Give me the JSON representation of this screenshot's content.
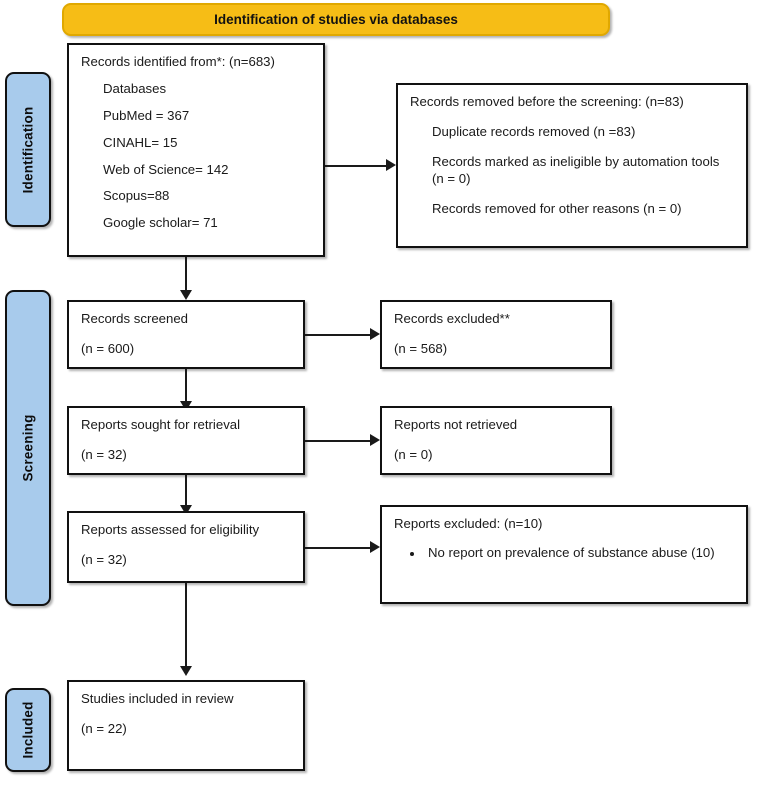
{
  "banner": {
    "label": "Identification of studies via databases"
  },
  "phases": [
    {
      "key": "identification",
      "label": "Identification"
    },
    {
      "key": "screening",
      "label": "Screening"
    },
    {
      "key": "included",
      "label": "Included"
    }
  ],
  "boxes": {
    "records_identified": {
      "title": "Records identified from*: (n=683)",
      "items": [
        "Databases",
        "PubMed = 367",
        "CINAHL= 15",
        "Web of Science= 142",
        "Scopus=88",
        "Google scholar= 71"
      ]
    },
    "records_removed": {
      "title": "Records removed before the screening: (n=83)",
      "items": [
        "Duplicate records removed (n =83)",
        "Records marked as ineligible by automation tools (n = 0)",
        "Records removed for other reasons (n = 0)"
      ]
    },
    "records_screened": {
      "title": "Records screened",
      "count": "(n = 600)"
    },
    "records_excluded": {
      "title": "Records excluded**",
      "count": "(n = 568)"
    },
    "reports_sought": {
      "title": "Reports sought for retrieval",
      "count": "(n = 32)"
    },
    "reports_not_retrieved": {
      "title": "Reports not retrieved",
      "count": "(n = 0)"
    },
    "reports_assessed": {
      "title": "Reports assessed for eligibility",
      "count": "(n = 32)"
    },
    "reports_excluded": {
      "title": "Reports excluded: (n=10)",
      "reasons": [
        "No report on prevalence of substance abuse (10)"
      ]
    },
    "studies_included": {
      "title": "Studies included in review",
      "count": "(n = 22)"
    }
  },
  "colors": {
    "phase_bar": "#a8cbec",
    "banner": "#f6bd16",
    "box_border": "#111111",
    "connector": "#1a1a1a"
  }
}
